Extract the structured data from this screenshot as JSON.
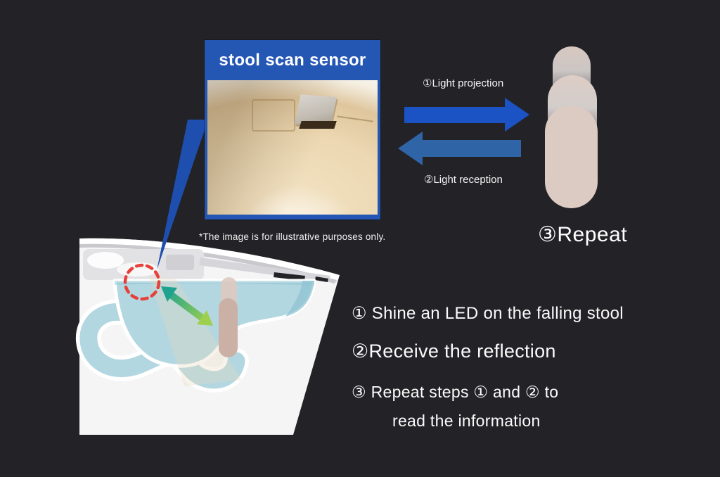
{
  "sensor_box": {
    "title": "stool scan sensor"
  },
  "disclaimer": "*The image is for illustrative purposes only.",
  "light_flow": {
    "projection_label": "①Light projection",
    "reception_label": "②Light reception"
  },
  "repeat_label": "③Repeat",
  "instructions": {
    "line1": "① Shine an LED on the falling stool",
    "line2": "②Receive the reflection",
    "line3": "③ Repeat steps ① and ② to",
    "line4": "read the information"
  },
  "colors": {
    "background": "#232226",
    "callout_blue": "#2456b4",
    "pointer_wedge_blue": "#1e4fae",
    "arrow_projection_blue": "#1c53c4",
    "arrow_reception_blue": "#2f64a6",
    "highlight_circle_red": "#e6403a",
    "water_blue": "#b3d7e1",
    "stool_beige": "#dccbc3",
    "led_arrow_teal": "#1fa28e",
    "led_arrow_green": "#9ed04e"
  }
}
